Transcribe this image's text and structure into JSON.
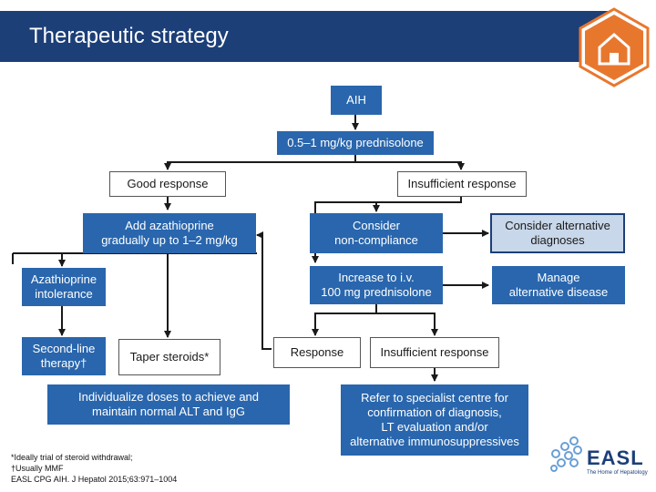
{
  "header": {
    "title": "Therapeutic strategy"
  },
  "nodes": {
    "aih": "AIH",
    "prednisolone": "0.5–1 mg/kg prednisolone",
    "good": "Good response",
    "insufficient": "Insufficient response",
    "aza_line1": "Add azathioprine",
    "aza_line2": "gradually up to 1–2 mg/kg",
    "noncomp_line1": "Consider",
    "noncomp_line2": "non-compliance",
    "altdiag_line1": "Consider alternative",
    "altdiag_line2": "diagnoses",
    "azaint_line1": "Azathioprine",
    "azaint_line2": "intolerance",
    "iv_line1": "Increase to i.v.",
    "iv_line2": "100 mg prednisolone",
    "altdis_line1": "Manage",
    "altdis_line2": "alternative disease",
    "second_line1": "Second-line",
    "second_line2": "therapy†",
    "taper": "Taper steroids*",
    "response": "Response",
    "insufficient2": "Insufficient response",
    "indiv_line1": "Individualize doses to achieve and",
    "indiv_line2": "maintain normal ALT and IgG",
    "refer_line1": "Refer to specialist centre for",
    "refer_line2": "confirmation of diagnosis,",
    "refer_line3": "LT evaluation and/or",
    "refer_line4": "alternative immunosuppressives"
  },
  "footnotes": {
    "line1": "*Ideally trial of steroid withdrawal;",
    "line2": "†Usually MMF",
    "line3": "EASL CPG AIH. J Hepatol 2015;63:971–1004"
  },
  "logo": {
    "text": "EASL",
    "tagline": "The Home of Hepatology"
  },
  "icons": {
    "home": "home-icon",
    "logo": "easl-logo-icon"
  },
  "colors": {
    "banner": "#1c3f78",
    "box": "#2966ad",
    "accent": "#e8772e",
    "light_box": "#c8d7ea"
  }
}
